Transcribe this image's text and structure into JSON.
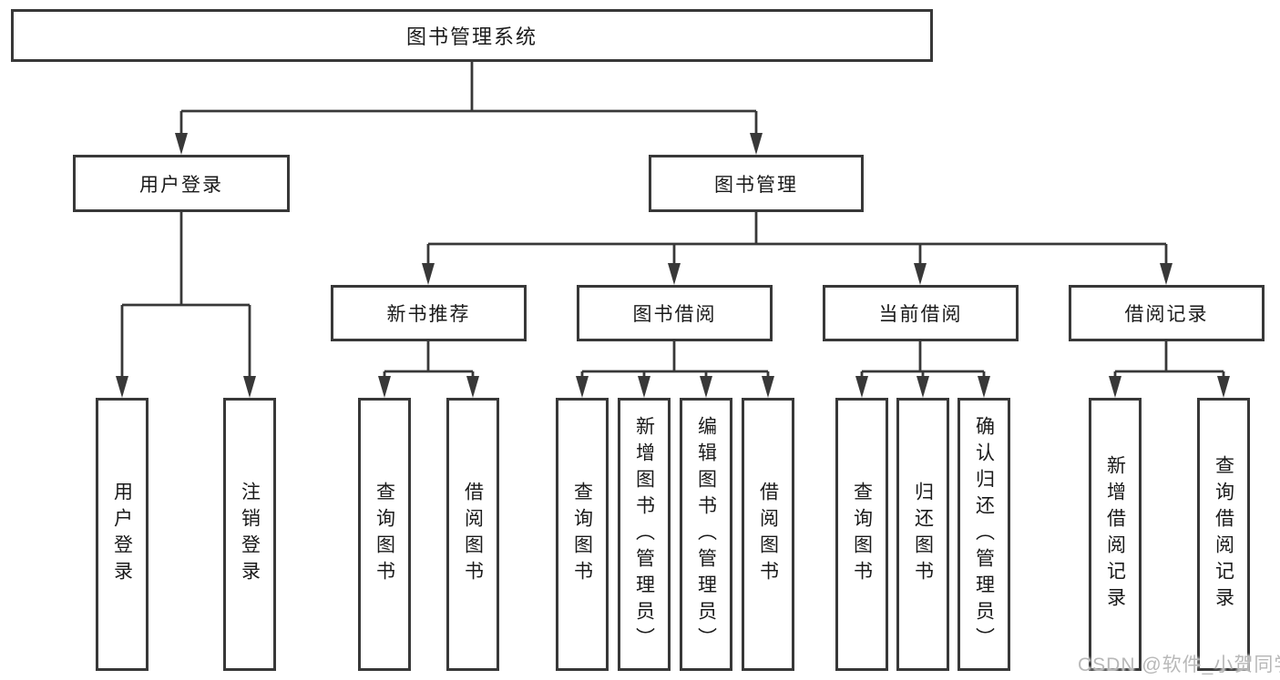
{
  "title": "图书管理系统",
  "nodes": {
    "root": {
      "label": "图书管理系统"
    },
    "user_login": {
      "label": "用户登录"
    },
    "book_mgmt": {
      "label": "图书管理"
    },
    "new_book_rec": {
      "label": "新书推荐"
    },
    "book_borrow": {
      "label": "图书借阅"
    },
    "current_borrow": {
      "label": "当前借阅"
    },
    "borrow_records": {
      "label": "借阅记录"
    },
    "leaf_user_login": {
      "label": "用户登录"
    },
    "leaf_logout": {
      "label": "注销登录"
    },
    "leaf_nbr_query": {
      "label": "查询图书"
    },
    "leaf_nbr_borrow": {
      "label": "借阅图书"
    },
    "leaf_bb_query": {
      "label": "查询图书"
    },
    "leaf_bb_add": {
      "label": "新增图书（管理员）"
    },
    "leaf_bb_edit": {
      "label": "编辑图书（管理员）"
    },
    "leaf_bb_borrow": {
      "label": "借阅图书"
    },
    "leaf_cb_query": {
      "label": "查询图书"
    },
    "leaf_cb_return": {
      "label": "归还图书"
    },
    "leaf_cb_confirm": {
      "label": "确认归还（管理员）"
    },
    "leaf_br_add": {
      "label": "新增借阅记录"
    },
    "leaf_br_query": {
      "label": "查询借阅记录"
    }
  },
  "hierarchy": {
    "图书管理系统": [
      "用户登录",
      "图书管理"
    ],
    "用户登录": [
      "用户登录",
      "注销登录"
    ],
    "图书管理": [
      "新书推荐",
      "图书借阅",
      "当前借阅",
      "借阅记录"
    ],
    "新书推荐": [
      "查询图书",
      "借阅图书"
    ],
    "图书借阅": [
      "查询图书",
      "新增图书（管理员）",
      "编辑图书（管理员）",
      "借阅图书"
    ],
    "当前借阅": [
      "查询图书",
      "归还图书",
      "确认归还（管理员）"
    ],
    "借阅记录": [
      "新增借阅记录",
      "查询借阅记录"
    ]
  },
  "watermark": {
    "text": "CSDN @软件_小贺同学"
  },
  "colors": {
    "line": "#383838",
    "box_border": "#383838",
    "text": "#1a1a1a",
    "watermark": "#b8b8b8",
    "background": "#ffffff"
  }
}
